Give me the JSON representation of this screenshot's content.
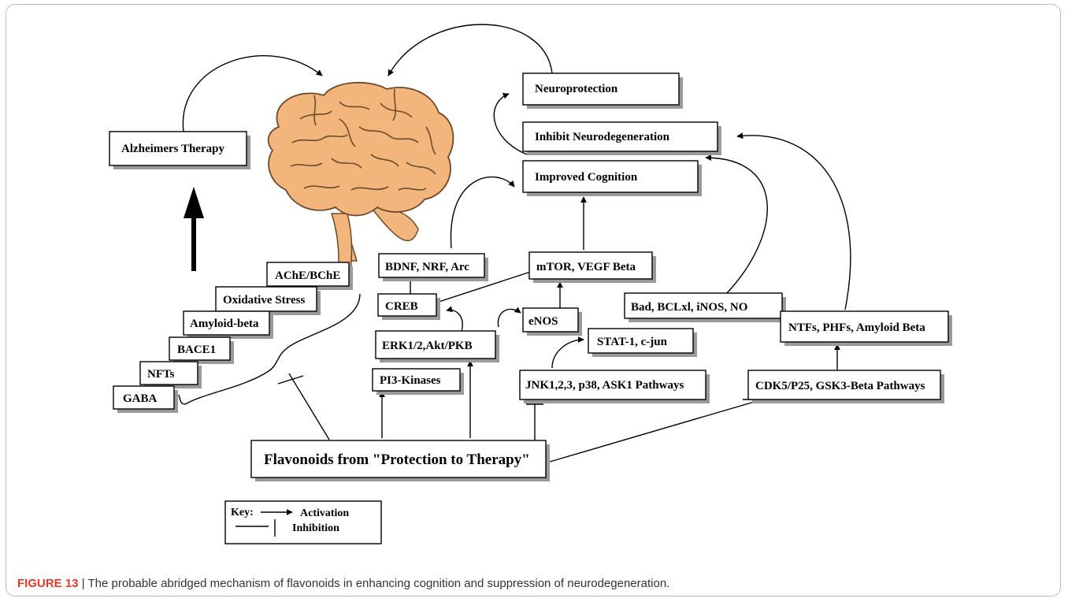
{
  "boxes": {
    "neuroprotection": "Neuroprotection",
    "inhibit_neurodegeneration": "Inhibit Neurodegeneration",
    "improved_cognition": "Improved Cognition",
    "alzheimers_therapy": "Alzheimers Therapy",
    "ache_bche": "AChE/BChE",
    "oxidative_stress": "Oxidative Stress",
    "amyloid_beta": "Amyloid-beta",
    "bace1": "BACE1",
    "nfts": "NFTs",
    "gaba": "GABA",
    "bdnf": "BDNF, NRF, Arc",
    "mtor": "mTOR, VEGF Beta",
    "creb": "CREB",
    "enos": "eNOS",
    "bad": "Bad, BCLxl, iNOS, NO",
    "erk": "ERK1/2,Akt/PKB",
    "stat": "STAT-1, c-jun",
    "ntfs": "NTFs, PHFs, Amyloid Beta",
    "pi3": "PI3-Kinases",
    "jnk": "JNK1,2,3, p38, ASK1 Pathways",
    "cdk5": "CDK5/P25, GSK3-Beta Pathways",
    "flavonoids": "Flavonoids from \"Protection to Therapy\""
  },
  "key": {
    "title": "Key:",
    "activation": "Activation",
    "inhibition": "Inhibition"
  },
  "brain_icon": "brain-illustration",
  "colors": {
    "brain_fill": "#f2b57c",
    "brain_outline": "#6b4a2a",
    "caption_label": "#e0382d"
  },
  "caption": {
    "label": "FIGURE 13",
    "separator": " | ",
    "text": "The probable abridged mechanism of flavonoids in enhancing cognition and suppression of neurodegeneration."
  }
}
